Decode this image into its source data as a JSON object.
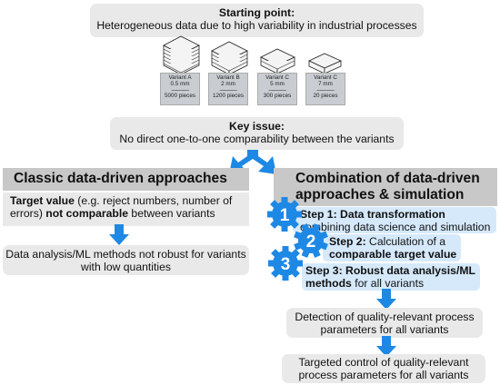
{
  "colors": {
    "accent_blue": "#1e88e5",
    "box_grey": "#e9e9e9",
    "header_grey": "#c8c8c8",
    "step_bg": "#d5e9fb"
  },
  "start": {
    "title": "Starting point:",
    "text": "Heterogeneous data due to high variability in industrial processes"
  },
  "variants": [
    {
      "name": "Variant A",
      "size": "0.5 mm",
      "sep": "------------",
      "pieces": "5000 pieces"
    },
    {
      "name": "Variant B",
      "size": "2 mm",
      "sep": "------------",
      "pieces": "1200 pieces"
    },
    {
      "name": "Variant C",
      "size": "5 mm",
      "sep": "------------",
      "pieces": "300 pieces"
    },
    {
      "name": "Variant C",
      "size": "7 mm",
      "sep": "------------",
      "pieces": "20 pieces"
    }
  ],
  "key_issue": {
    "title": "Key issue:",
    "text": "No direct one-to-one comparability between the variants"
  },
  "classic": {
    "header": "Classic data-driven approaches",
    "target_bold": "Target value",
    "target_mid": "(e.g. reject numbers, number of errors)",
    "target_bold2": "not comparable",
    "target_end": "between variants",
    "result": "Data analysis/ML methods not robust for variants with low quantities"
  },
  "combo": {
    "header_line1": "Combination of data-driven",
    "header_line2": "approaches & simulation",
    "steps": [
      {
        "num": "1",
        "label": "Step 1:",
        "bold": "Data transformation",
        "rest": "combining data science and simulation"
      },
      {
        "num": "2",
        "label": "Step 2:",
        "rest": "Calculation of a",
        "bold": "comparable target value"
      },
      {
        "num": "3",
        "label": "Step 3:",
        "bold": "Robust data analysis/ML methods",
        "rest": "for all variants"
      }
    ],
    "detection": "Detection of quality-relevant process parameters for all variants",
    "control": "Targeted control of  quality-relevant process parameters for all variants"
  }
}
